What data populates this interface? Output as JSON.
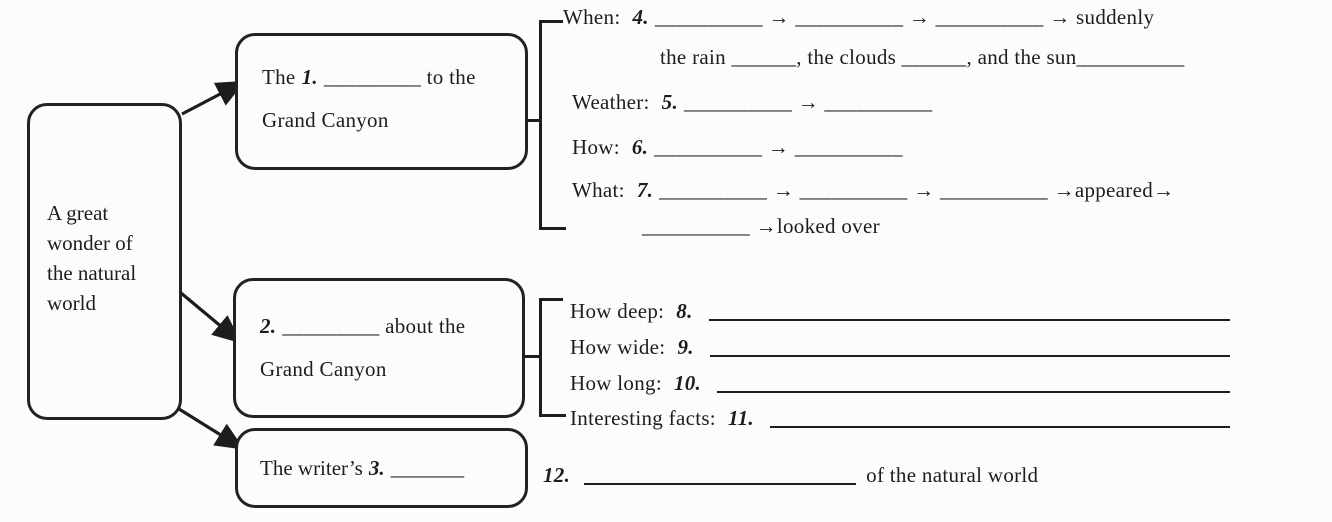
{
  "colors": {
    "ink": "#1d1d1d",
    "paper": "#fcfcfb"
  },
  "root_box": {
    "text": "A great wonder of the natural world",
    "lines": [
      "A great",
      "wonder of",
      "the natural",
      "world"
    ]
  },
  "box1": {
    "pre": "The",
    "num": "1.",
    "post": "_________ to the Grand Canyon"
  },
  "box2": {
    "num": "2.",
    "post": "_________ about the Grand Canyon"
  },
  "box3": {
    "pre": "The writer’s",
    "num": "3.",
    "post": "_______"
  },
  "section1": {
    "lines": [
      {
        "label": "When:",
        "num": "4.",
        "rest": "__________ → __________ → __________ → suddenly"
      },
      {
        "label": "",
        "num": "",
        "rest": "the rain ______, the clouds ______, and the sun__________"
      },
      {
        "label": "Weather:",
        "num": "5.",
        "rest": "__________ → __________"
      },
      {
        "label": "How:",
        "num": "6.",
        "rest": "__________ → __________"
      },
      {
        "label": "What:",
        "num": "7.",
        "rest": "__________ → __________ → __________ →appeared→"
      },
      {
        "label": "",
        "num": "",
        "rest": "__________ →looked over"
      }
    ]
  },
  "section2": {
    "rows": [
      {
        "label": "How deep:",
        "num": "8."
      },
      {
        "label": "How wide:",
        "num": "9."
      },
      {
        "label": "How long:",
        "num": "10."
      },
      {
        "label": "Interesting facts:",
        "num": "11."
      }
    ]
  },
  "line12": {
    "num": "12.",
    "post": "of the natural world"
  }
}
